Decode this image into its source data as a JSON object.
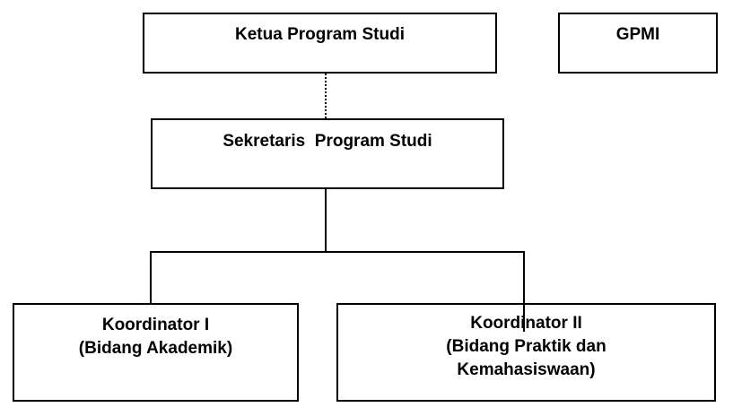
{
  "diagram": {
    "type": "org-chart",
    "colors": {
      "border": "#000000",
      "text": "#000000",
      "background": "#ffffff"
    },
    "boxes": {
      "ketua": {
        "label": "Ketua Program Studi"
      },
      "gpmi": {
        "label": "GPMI"
      },
      "sekretaris": {
        "label": "Sekretaris  Program Studi"
      },
      "koordinator1": {
        "lines": [
          "Koordinator I",
          "(Bidang Akademik)"
        ]
      },
      "koordinator2": {
        "lines": [
          "Koordinator II",
          "(Bidang Praktik dan",
          "Kemahasiswaan)"
        ]
      }
    },
    "edges": [
      {
        "from": "Ketua Program Studi",
        "to": "Sekretaris  Program Studi",
        "style": "dotted"
      },
      {
        "from": "Sekretaris  Program Studi",
        "to": "Koordinator I (Bidang Akademik)",
        "style": "solid"
      },
      {
        "from": "Sekretaris  Program Studi",
        "to": "Koordinator II (Bidang Praktik dan Kemahasiswaan)",
        "style": "solid"
      }
    ]
  }
}
